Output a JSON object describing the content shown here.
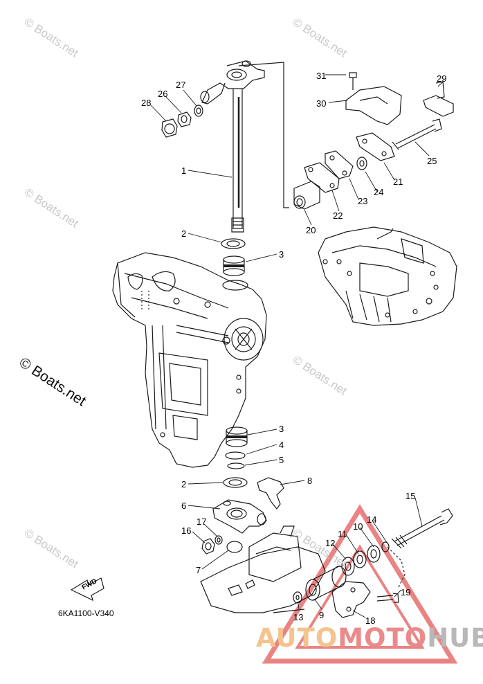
{
  "watermark": "© Boats.net",
  "diagram_code": "6KA1100-V340",
  "fwd_label": "FWD",
  "logo": {
    "part1": "AUTO",
    "part2": "MOTO",
    "part3": "HUB"
  },
  "parts": [
    "1",
    "2",
    "3",
    "2",
    "3",
    "4",
    "5",
    "6",
    "7",
    "8",
    "9",
    "10",
    "11",
    "12",
    "13",
    "14",
    "15",
    "16",
    "17",
    "18",
    "19",
    "20",
    "21",
    "22",
    "23",
    "24",
    "25",
    "26",
    "27",
    "28",
    "29",
    "30",
    "31"
  ],
  "colors": {
    "line": "#1a1a1a",
    "watermark": "#c8c8c8",
    "logo_red": "#e35a5a",
    "logo_orange": "#f4c48f"
  }
}
